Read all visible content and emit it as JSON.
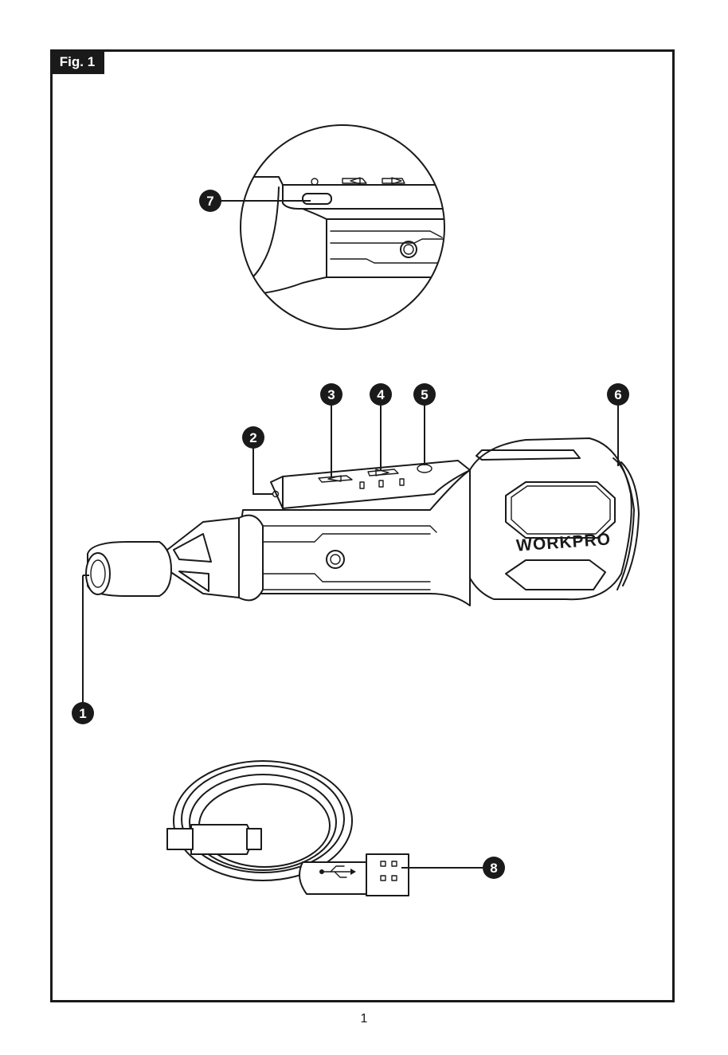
{
  "figure": {
    "label": "Fig. 1",
    "brand": "WORKPRO",
    "callouts": [
      "1",
      "2",
      "3",
      "4",
      "5",
      "6",
      "7",
      "8"
    ]
  },
  "page": {
    "number": "1"
  },
  "colors": {
    "ink": "#1a1a1a",
    "paper": "#ffffff"
  }
}
